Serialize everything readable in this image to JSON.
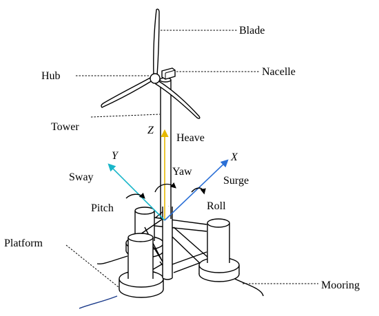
{
  "labels": {
    "blade": "Blade",
    "hub": "Hub",
    "nacelle": "Nacelle",
    "tower": "Tower",
    "heave": "Heave",
    "sway": "Sway",
    "yaw": "Yaw",
    "surge": "Surge",
    "pitch": "Pitch",
    "roll": "Roll",
    "platform": "Platform",
    "mooring": "Mooring"
  },
  "axes": {
    "z": "Z",
    "y": "Y",
    "x": "X"
  },
  "colors": {
    "z_axis": "#e6b800",
    "y_axis": "#19b6c9",
    "x_axis": "#2a6fd6",
    "mooring_line": "#1a3a8a"
  }
}
